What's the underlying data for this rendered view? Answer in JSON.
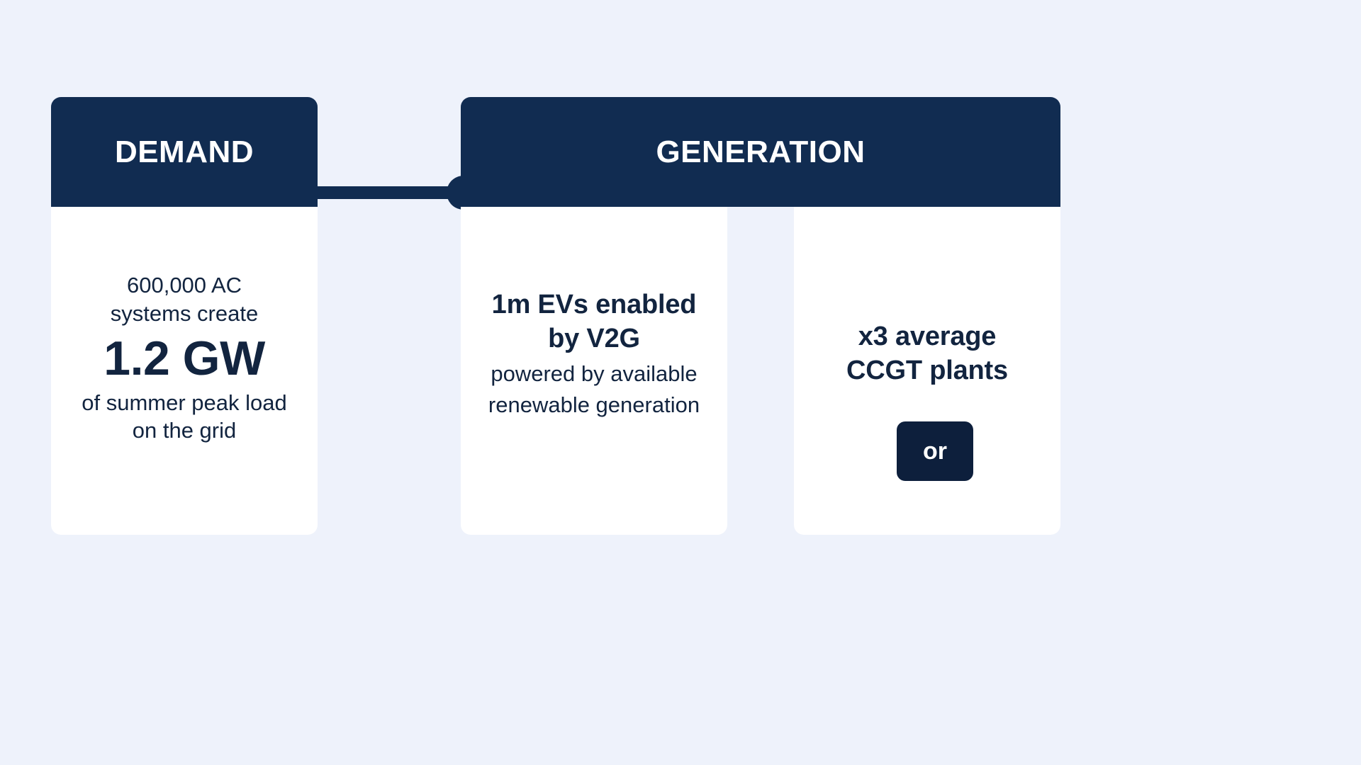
{
  "background_color": "#eef2fb",
  "accent_color": "#112c51",
  "text_color": "#12243f",
  "card_color": "#ffffff",
  "badge_color": "#0d1f3c",
  "demand": {
    "header_title": "DEMAND",
    "lead_line_1": "600,000 AC",
    "lead_line_2": "systems create",
    "big_value": "1.2 GW",
    "tail_line_1": "of summer peak load",
    "tail_line_2": "on the grid"
  },
  "generation": {
    "header_title": "GENERATION",
    "option_a": {
      "bold_line_1": "1m EVs enabled",
      "bold_line_2": "by V2G",
      "sub_line_1": "powered by available",
      "sub_line_2": "renewable generation"
    },
    "separator_label": "or",
    "option_b": {
      "bold_line_1": "x3 average",
      "bold_line_2": "CCGT plants"
    }
  }
}
